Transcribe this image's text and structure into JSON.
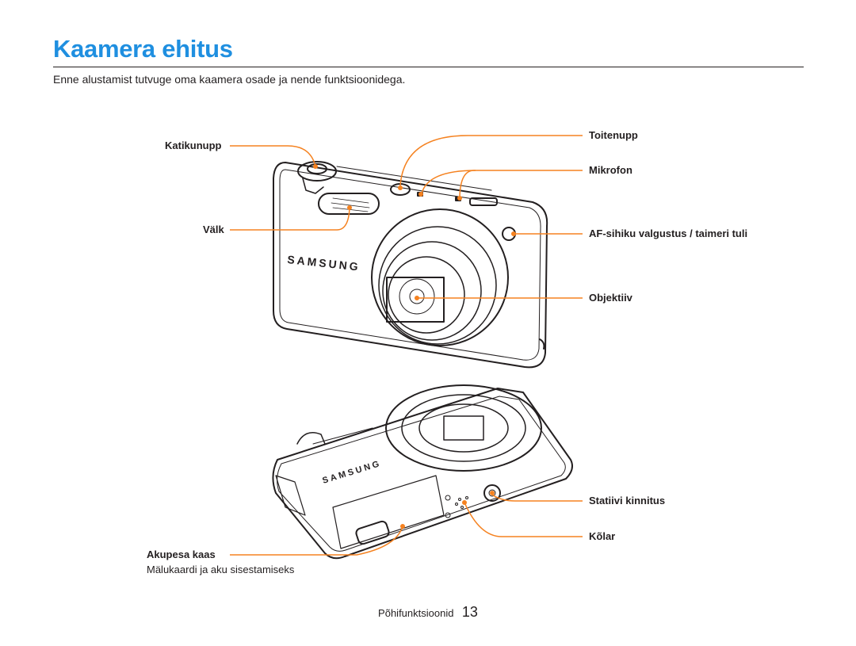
{
  "page": {
    "title": "Kaamera ehitus",
    "intro": "Enne alustamist tutvuge oma kaamera osade ja nende funktsioonidega."
  },
  "labels": {
    "katikunupp": "Katikunupp",
    "valk": "Välk",
    "toitenupp": "Toitenupp",
    "mikrofon": "Mikrofon",
    "af": "AF-sihiku valgustus / taimeri tuli",
    "objektiiv": "Objektiiv",
    "statiivi": "Statiivi kinnitus",
    "kolar": "Kõlar",
    "akupesa": "Akupesa kaas",
    "akupesa_sub": "Mälukaardi ja aku sisestamiseks"
  },
  "camera": {
    "brand_front": "SAMSUNG",
    "brand_bottom": "SAMSUNG"
  },
  "footer": {
    "section": "Põhifunktsioonid",
    "page_number": "13"
  },
  "colors": {
    "accent_title": "#1f8fe0",
    "callout": "#f58220",
    "text": "#231f20"
  }
}
